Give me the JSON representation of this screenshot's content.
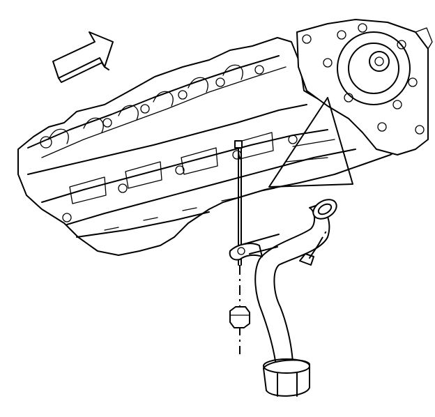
{
  "diagram": {
    "colors": {
      "line": "#000000",
      "background": "#ffffff"
    },
    "parts": [
      {
        "id": "direction-arrow",
        "icon": "arrow-icon"
      },
      {
        "id": "cylinder-head-block"
      },
      {
        "id": "water-pump-timing-cover"
      },
      {
        "id": "oil-pump-pickup-tube"
      },
      {
        "id": "oil-pump-screen"
      },
      {
        "id": "mounting-stud"
      },
      {
        "id": "mounting-nut"
      },
      {
        "id": "mounting-bolt"
      },
      {
        "id": "o-ring-seal"
      },
      {
        "id": "detail-callout"
      }
    ]
  }
}
